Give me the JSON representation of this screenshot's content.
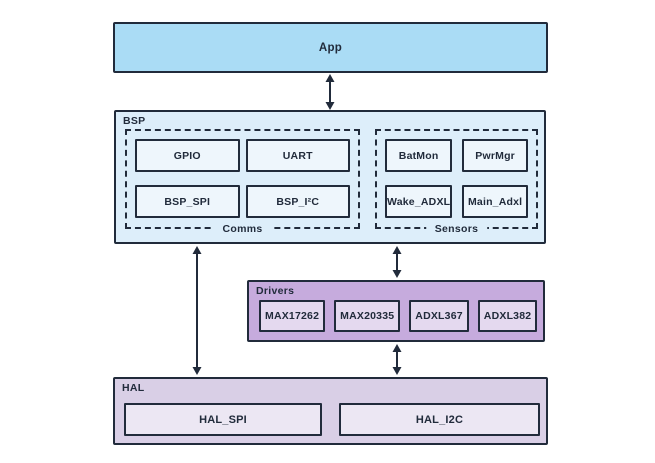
{
  "colors": {
    "line": "#212b3b",
    "app_fill": "#aadcf5",
    "bsp_fill": "#ddeefa",
    "bsp_inner_fill": "#eef6fc",
    "drivers_fill": "#c6abdd",
    "drivers_inner_fill": "#e4d9ef",
    "hal_fill": "#d9cfe6",
    "hal_inner_fill": "#ece7f3"
  },
  "layers": {
    "app": {
      "label": "App"
    },
    "bsp": {
      "label": "BSP",
      "comms": {
        "label": "Comms",
        "boxes": [
          "GPIO",
          "UART",
          "BSP_SPI",
          "BSP_I²C"
        ]
      },
      "sensors": {
        "label": "Sensors",
        "boxes": [
          "BatMon",
          "PwrMgr",
          "Wake_ADXL",
          "Main_Adxl"
        ]
      }
    },
    "drivers": {
      "label": "Drivers",
      "boxes": [
        "MAX17262",
        "MAX20335",
        "ADXL367",
        "ADXL382"
      ]
    },
    "hal": {
      "label": "HAL",
      "boxes": [
        "HAL_SPI",
        "HAL_I2C"
      ]
    }
  }
}
